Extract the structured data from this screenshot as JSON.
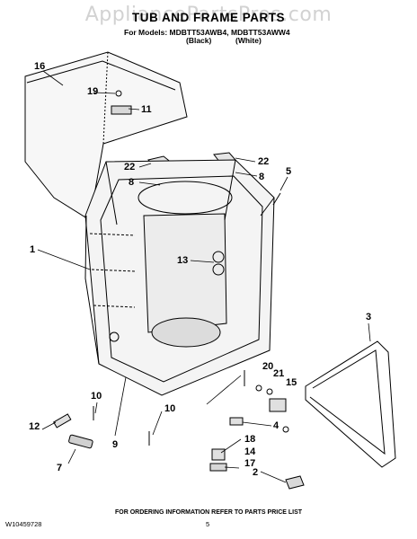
{
  "watermark": "AppliancePartsPros.com",
  "header": {
    "title": "TUB AND FRAME PARTS",
    "models": "For Models: MDBTT53AWB4, MDBTT53AWW4",
    "black": "(Black)",
    "white": "(White)"
  },
  "callouts": [
    "16",
    "19",
    "11",
    "22",
    "22",
    "8",
    "8",
    "5",
    "1",
    "13",
    "3",
    "20",
    "21",
    "15",
    "10",
    "10",
    "9",
    "4",
    "12",
    "18",
    "14",
    "7",
    "17",
    "2"
  ],
  "footer": {
    "note": "FOR ORDERING INFORMATION REFER TO PARTS PRICE LIST",
    "doc_number": "W10459728",
    "page": "5"
  }
}
